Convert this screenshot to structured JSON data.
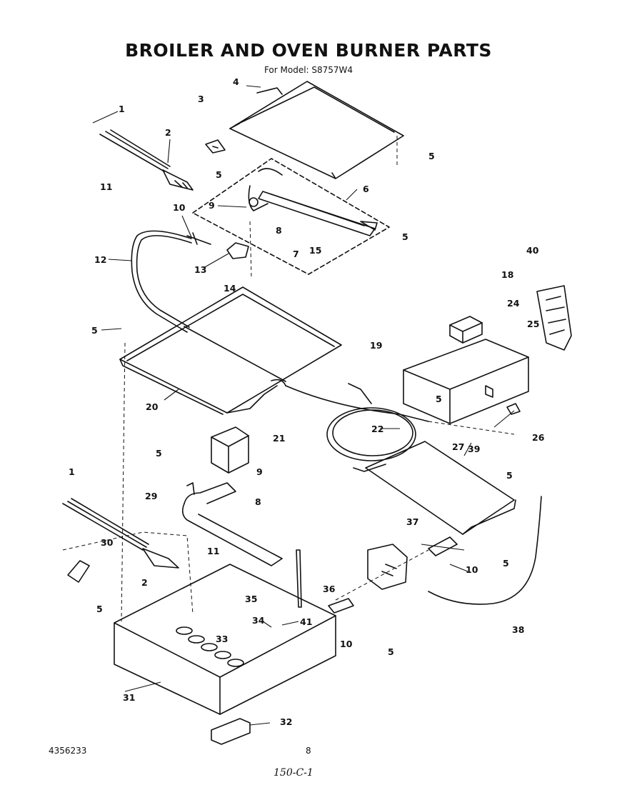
{
  "title": "BROILER AND OVEN BURNER PARTS",
  "subtitle": "For Model: S8757W4",
  "doc_number": "4356233",
  "page_number": "8",
  "handwritten_note": "150-C-1",
  "callouts": {
    "c1a": "1",
    "c1b": "1",
    "c2a": "2",
    "c2b": "2",
    "c3": "3",
    "c4": "4",
    "c5a": "5",
    "c5b": "5",
    "c5c": "5",
    "c5d": "5",
    "c5e": "5",
    "c5f": "5",
    "c5g": "5",
    "c5h": "5",
    "c5i": "5",
    "c5j": "5",
    "c6": "6",
    "c7": "7",
    "c8a": "8",
    "c8b": "8",
    "c9a": "9",
    "c9b": "9",
    "c10a": "10",
    "c10b": "10",
    "c10c": "10",
    "c11a": "11",
    "c11b": "11",
    "c12": "12",
    "c13": "13",
    "c14": "14",
    "c15": "15",
    "c18": "18",
    "c19": "19",
    "c20": "20",
    "c21": "21",
    "c22": "22",
    "c24": "24",
    "c25": "25",
    "c26": "26",
    "c27": "27",
    "c29": "29",
    "c30": "30",
    "c31": "31",
    "c32": "32",
    "c33": "33",
    "c34": "34",
    "c35": "35",
    "c36": "36",
    "c37": "37",
    "c38": "38",
    "c39": "39",
    "c40": "40",
    "c41": "41"
  }
}
